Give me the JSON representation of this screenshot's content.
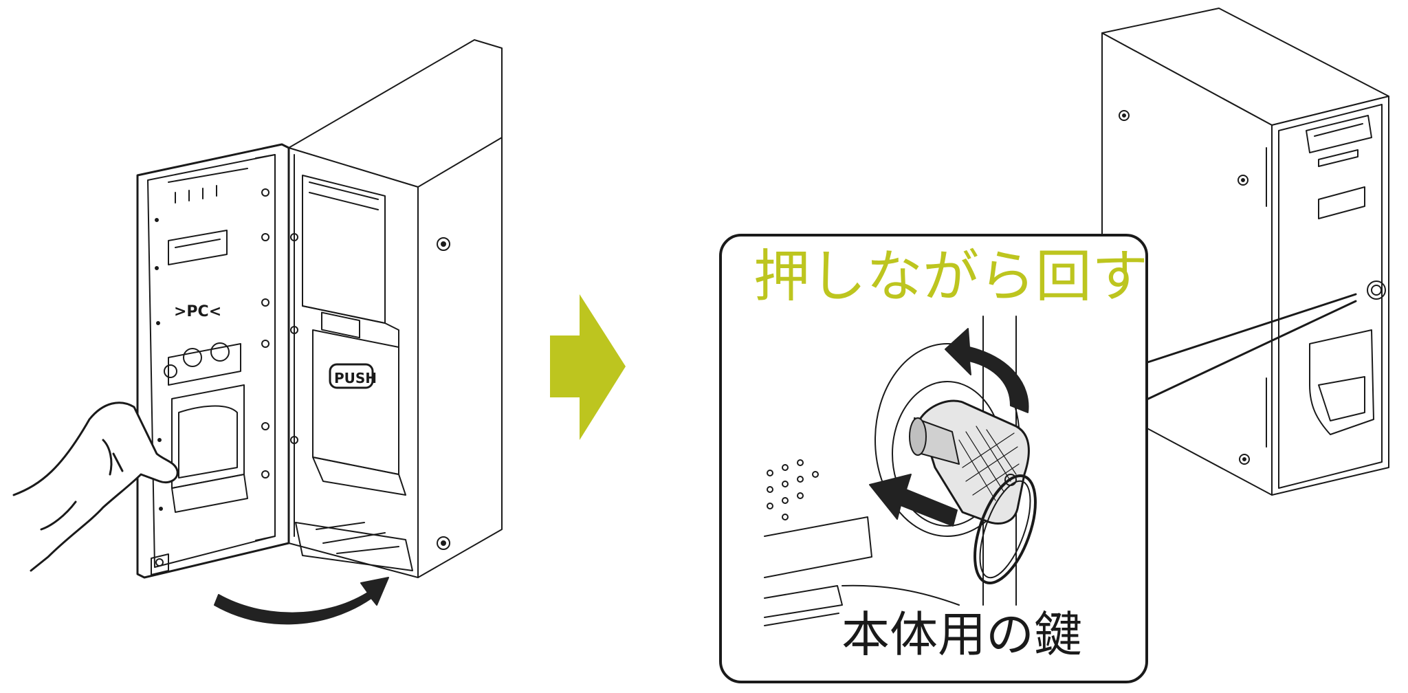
{
  "labels": {
    "instruction": "押しながら回す",
    "key_label": "本体用の鍵",
    "left_door_mark": ">PC<",
    "push_label": "PUSH"
  },
  "colors": {
    "accent": "#bdc51f",
    "line": "#1a1a1a",
    "arrow": "#222222"
  },
  "icons": {
    "flow_arrow": "chevron-right-arrow",
    "door_swing_arrow": "curved-arrow",
    "turn_arrow": "curved-arrow",
    "push_arrow": "straight-arrow"
  }
}
